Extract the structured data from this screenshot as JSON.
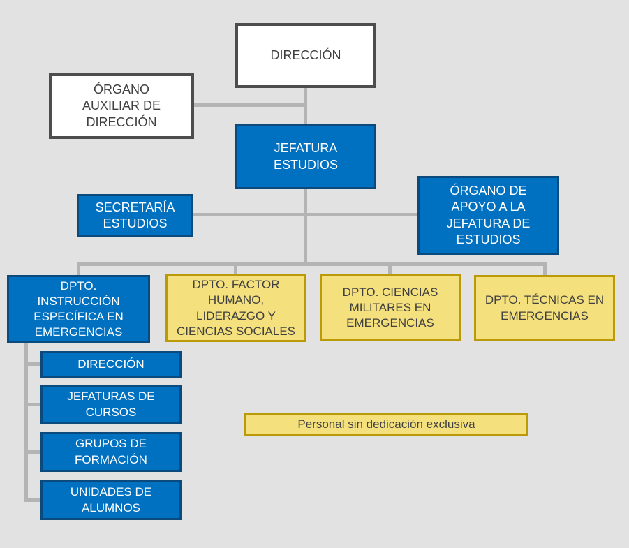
{
  "diagram": {
    "nodes": {
      "direccion": "DIRECCIÓN",
      "organo_auxiliar": "ÓRGANO\nAUXILIAR DE\nDIRECCIÓN",
      "jefatura_estudios": "JEFATURA\nESTUDIOS",
      "secretaria_estudios": "SECRETARÍA\nESTUDIOS",
      "organo_apoyo": "ÓRGANO DE\nAPOYO A LA\nJEFATURA DE\nESTUDIOS",
      "dpto_instruccion": "DPTO.\nINSTRUCCIÓN\nESPECÍFICA EN\nEMERGENCIAS",
      "dpto_factor_humano": "DPTO. FACTOR\nHUMANO,\nLIDERAZGO Y\nCIENCIAS SOCIALES",
      "dpto_ciencias_militares": "DPTO. CIENCIAS\nMILITARES EN\nEMERGENCIAS",
      "dpto_tecnicas": "DPTO. TÉCNICAS EN\nEMERGENCIAS",
      "sub_direccion": "DIRECCIÓN",
      "jefaturas_cursos": "JEFATURAS DE\nCURSOS",
      "grupos_formacion": "GRUPOS DE\nFORMACIÓN",
      "unidades_alumnos": "UNIDADES DE\nALUMNOS"
    },
    "legend": "Personal sin dedicación exclusiva",
    "colors": {
      "background": "#e2e2e2",
      "box_white_fill": "#ffffff",
      "box_white_border": "#4d4d4d",
      "box_blue_fill": "#0070c0",
      "box_blue_border": "#0b4a7d",
      "box_yellow_fill": "#f5e07e",
      "box_yellow_border": "#bb9a0a",
      "connector": "#b4b4b4",
      "text_dark": "#404040",
      "text_white": "#ffffff"
    }
  }
}
